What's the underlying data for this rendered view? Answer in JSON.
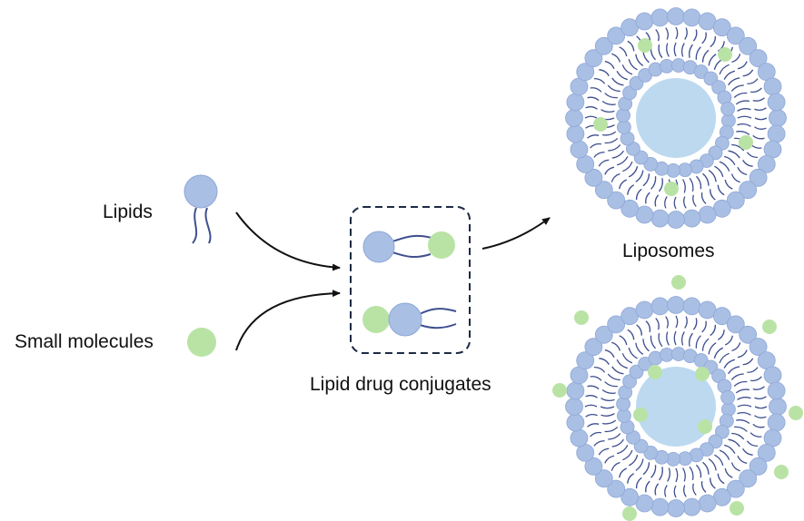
{
  "labels": {
    "lipids": "Lipids",
    "small_molecules": "Small molecules",
    "conjugates": "Lipid drug conjugates",
    "liposomes": "Liposomes"
  },
  "colors": {
    "lipid_head": "#a9bfe4",
    "lipid_head_stroke": "#8fa7d6",
    "lipid_tail": "#3f4f8f",
    "drug": "#b9e3a5",
    "core": "#bcd9ef",
    "arrow": "#111111",
    "box_border": "#1c2a44"
  },
  "liposomes": [
    {
      "name": "liposome-top",
      "outer_heads": 40,
      "inner_heads": 28,
      "encapsulated_drugs": 5,
      "surface_drugs": 0
    },
    {
      "name": "liposome-bottom",
      "outer_heads": 40,
      "inner_heads": 28,
      "encapsulated_drugs": 4,
      "surface_drugs": 8
    }
  ],
  "conjugates": [
    {
      "name": "conjugate-lipid-drug",
      "arrangement": "head-tails-drug"
    },
    {
      "name": "conjugate-drug-lipid",
      "arrangement": "drug-head-tails"
    }
  ]
}
